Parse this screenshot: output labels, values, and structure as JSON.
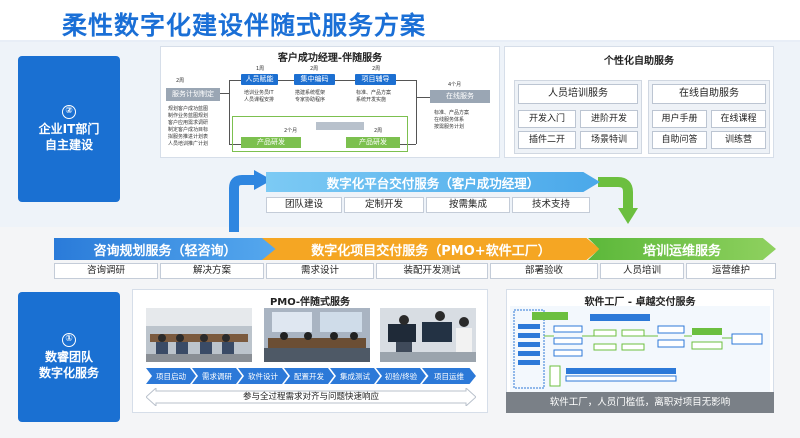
{
  "page": {
    "title": "柔性数字化建设伴随式服务方案"
  },
  "colors": {
    "primary": "#1a70d2",
    "orange": "#f5a623",
    "green": "#6cbf3f",
    "light_blue": "#5fb4ef"
  },
  "left_top": {
    "num": "②",
    "line1": "企业IT部门",
    "line2": "自主建设"
  },
  "left_bottom": {
    "num": "①",
    "line1": "数睿团队",
    "line2": "数字化服务"
  },
  "csm": {
    "title": "客户成功经理-伴随服务",
    "boxes": {
      "plan": "服务计划制定",
      "people": "人员赋能",
      "coding": "集中编码",
      "delivery": "项目辅导",
      "online": "在线服务",
      "product_dev": "产品研发",
      "product_mgmt": "产品研发"
    },
    "labels": {
      "w2": "2周",
      "w1a": "1周",
      "w2b": "2周",
      "w4": "4个月",
      "m2": "2个月",
      "w2c": "2周"
    },
    "plan_notes": [
      "规划客户成功蓝图",
      "制作业务蓝图规划",
      "客户应用需求调研",
      "制定客户成功目标",
      "拟服务推进计划表",
      "人员培训推广计划"
    ],
    "people_notes": [
      "培训业务员IT",
      "人员课程安排"
    ],
    "coding_notes": [
      "搭建系统框架",
      "专家协助程序"
    ],
    "delivery_notes": [
      "标准、产品方案",
      "系统开发实施"
    ],
    "online_notes": [
      "标准、产品方案",
      "在线服务体系",
      "按需服务计划"
    ]
  },
  "self_service": {
    "title": "个性化自助服务",
    "left": {
      "title": "人员培训服务",
      "items": [
        "开发入门",
        "进阶开发",
        "插件二开",
        "场景特训"
      ]
    },
    "right": {
      "title": "在线自助服务",
      "items": [
        "用户手册",
        "在线课程",
        "自助问答",
        "训练营"
      ]
    }
  },
  "platform": {
    "title": "数字化平台交付服务（客户成功经理）",
    "items": [
      "团队建设",
      "定制开发",
      "按需集成",
      "技术支持"
    ]
  },
  "main_bar": {
    "consult": {
      "title": "咨询规划服务（轻咨询）",
      "items": [
        "咨询调研",
        "解决方案"
      ]
    },
    "project": {
      "title": "数字化项目交付服务（PMO+软件工厂）",
      "items": [
        "需求设计",
        "装配开发测试",
        "部署验收"
      ]
    },
    "training": {
      "title": "培训运维服务",
      "items": [
        "人员培训",
        "运营维护"
      ]
    }
  },
  "pmo": {
    "title": "PMO-伴随式服务",
    "steps": [
      "项目启动",
      "需求调研",
      "软件设计",
      "配置开发",
      "集成测试",
      "初验/终验",
      "项目运维"
    ],
    "footer": "参与全过程需求对齐与问题快速响应"
  },
  "factory": {
    "title": "软件工厂 - 卓越交付服务",
    "footer": "软件工厂，人员门槛低，离职对项目无影响"
  }
}
